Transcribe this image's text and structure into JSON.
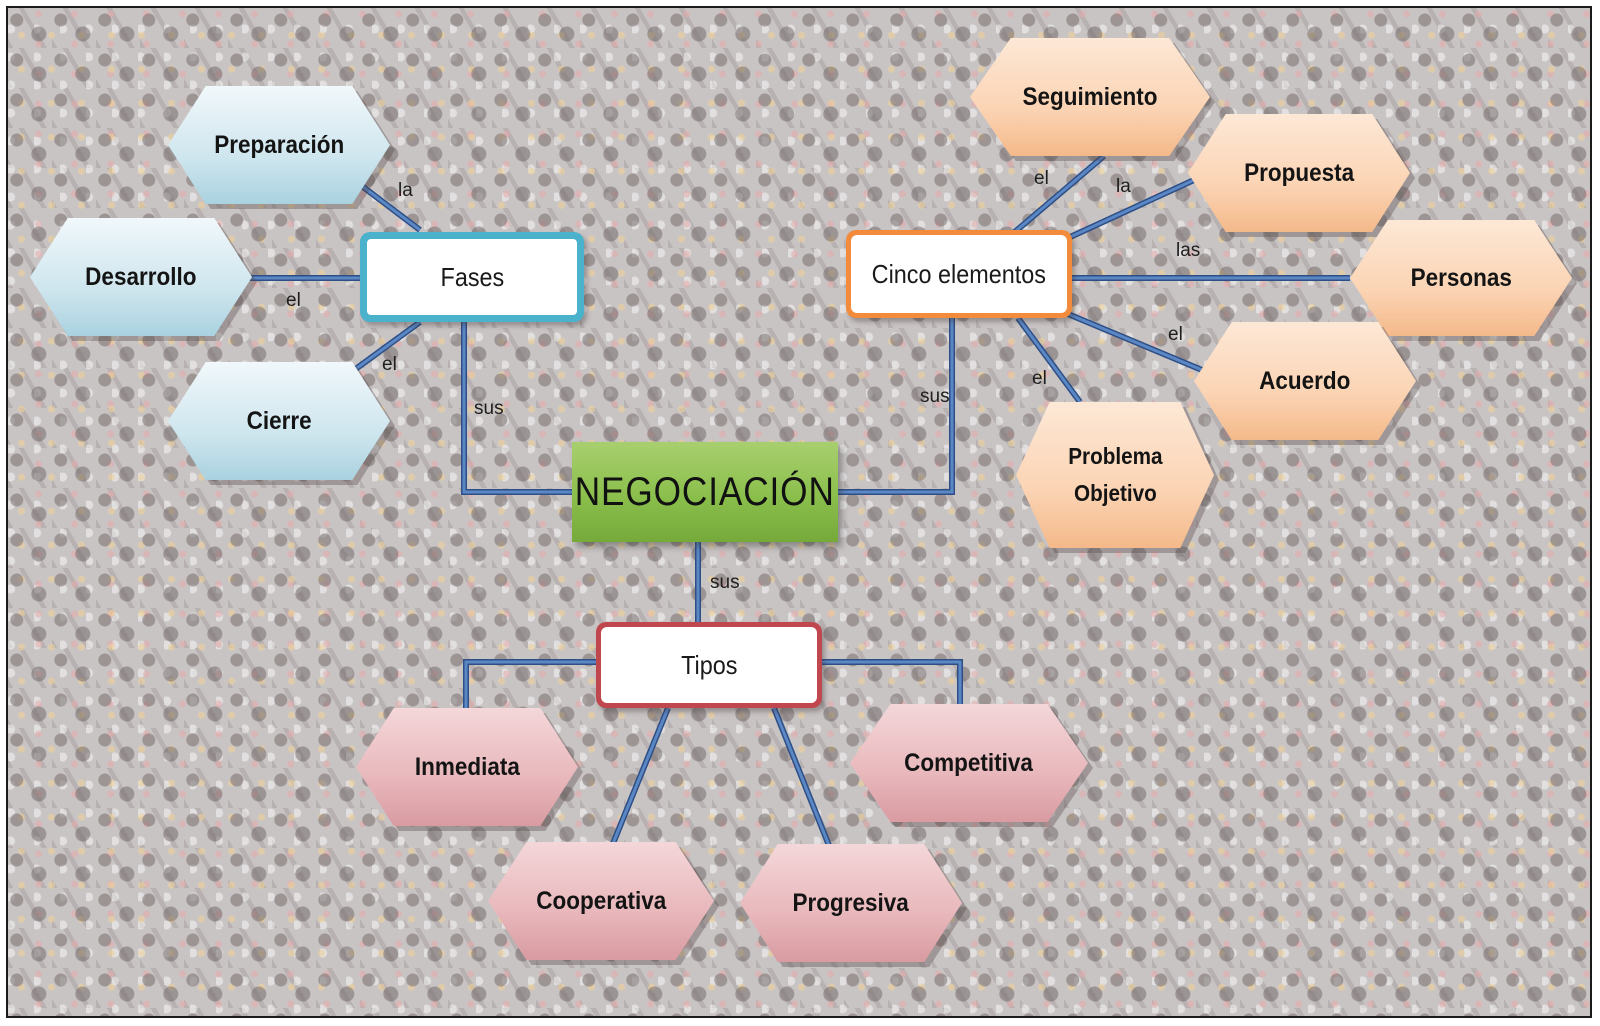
{
  "center": {
    "label": "NEGOCIACIÓN"
  },
  "fases": {
    "label": "Fases",
    "children": [
      {
        "label": "Preparación",
        "connector": "la"
      },
      {
        "label": "Desarrollo",
        "connector": "el"
      },
      {
        "label": "Cierre",
        "connector": "el"
      }
    ],
    "link": "sus"
  },
  "cinco": {
    "label": "Cinco elementos",
    "children": [
      {
        "label": "Seguimiento",
        "connector": "el"
      },
      {
        "label": "Propuesta",
        "connector": "la"
      },
      {
        "label": "Personas",
        "connector": "las"
      },
      {
        "label": "Acuerdo",
        "connector": "el"
      },
      {
        "label": "Problema\nObjetivo",
        "connector": "el"
      }
    ],
    "link": "sus"
  },
  "tipos": {
    "label": "Tipos",
    "children": [
      {
        "label": "Inmediata"
      },
      {
        "label": "Cooperativa"
      },
      {
        "label": "Progresiva"
      },
      {
        "label": "Competitiva"
      }
    ],
    "link": "sus"
  },
  "colors": {
    "line": "#3e69a8",
    "fases_border": "#4bb2cc",
    "cinco_border": "#f28c3c",
    "tipos_border": "#c0474d",
    "center_fill": "#8bbf4c"
  }
}
